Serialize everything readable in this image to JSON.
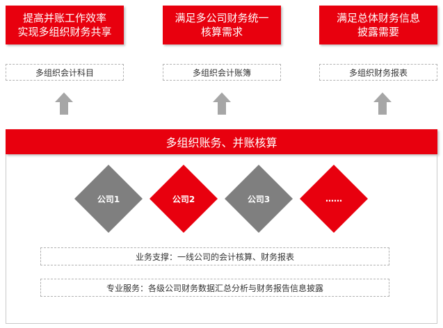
{
  "goals": [
    {
      "text": "提高并账工作效率\n实现多组织财务共享"
    },
    {
      "text": "满足多公司财务统一\n核算需求"
    },
    {
      "text": "满足总体财务信息\n披露需要"
    }
  ],
  "features": [
    "多组织会计科目",
    "多组织会计账簿",
    "多组织财务报表"
  ],
  "main_title": "多组织账务、并账核算",
  "companies": [
    {
      "label": "公司1",
      "color": "#7f7f7f"
    },
    {
      "label": "公司2",
      "color": "#e8000e"
    },
    {
      "label": "公司3",
      "color": "#7f7f7f"
    },
    {
      "label": "……",
      "color": "#e8000e"
    }
  ],
  "support_lines": [
    "业务支撑：一线公司的会计核算、财务报表",
    "专业服务：各级公司财务数据汇总分析与财务报告信息披露"
  ],
  "colors": {
    "accent": "#e8000e",
    "arrow": "#a6a6a6",
    "diamond_gray": "#7f7f7f"
  }
}
